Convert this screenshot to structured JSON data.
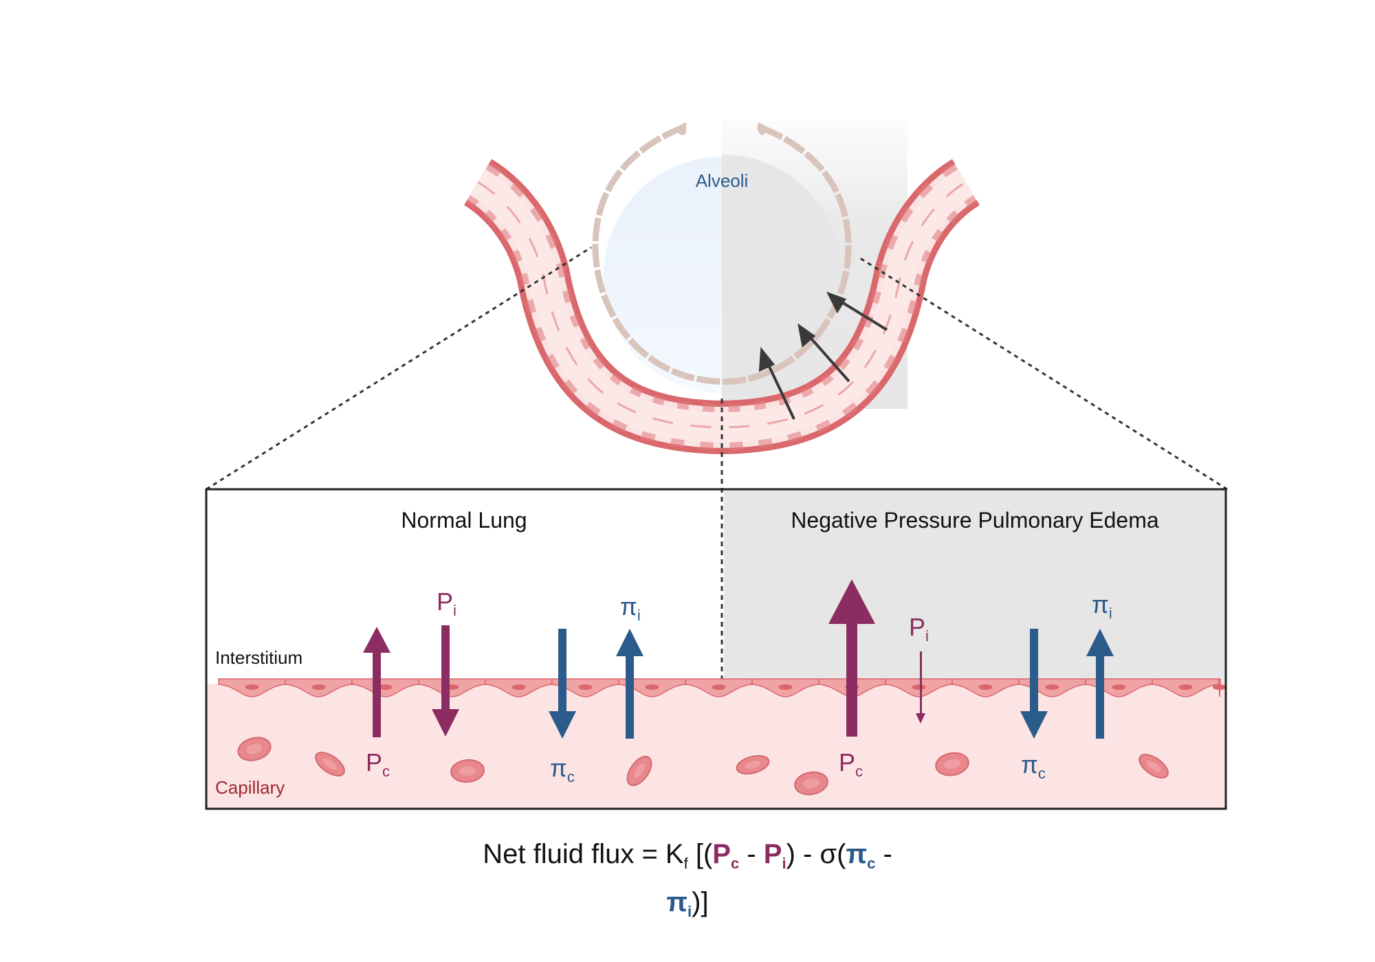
{
  "alveoli_label": "Alveoli",
  "panels": {
    "left_title": "Normal Lung",
    "right_title": "Negative Pressure Pulmonary Edema"
  },
  "layers": {
    "interstitium": "Interstitium",
    "capillary": "Capillary"
  },
  "forces": {
    "P": "P",
    "pi": "π",
    "sub_c": "c",
    "sub_i": "i"
  },
  "formula": {
    "lead": "Net fluid flux = K",
    "kf_sub": "f",
    "open": " [(",
    "pc": "P",
    "pc_sub": "c",
    "minus1": " - ",
    "pi_p": "P",
    "pi_p_sub": "i",
    "mid": ") - σ(",
    "pic": "π",
    "pic_sub": "c",
    "minus2": " -",
    "pii": "π",
    "pii_sub": "i",
    "close": ")]"
  },
  "colors": {
    "purple": "#8b2d62",
    "blue": "#2a5b8a",
    "capillary_fill": "#fde4e4",
    "capillary_wall": "#d9676b",
    "edema_bg": "#e8e8e8",
    "capillary_label": "#a0272f",
    "alveoli_label": "#2a5b8a"
  }
}
